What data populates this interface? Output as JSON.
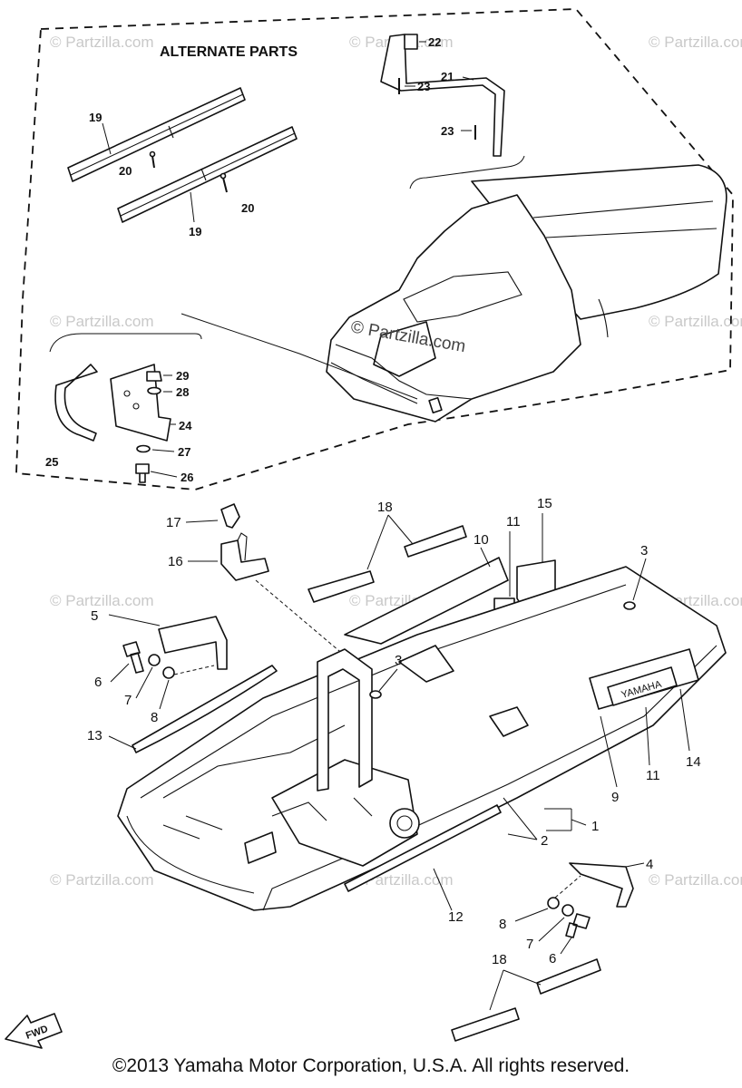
{
  "header": {
    "alternate_parts_title": "ALTERNATE PARTS"
  },
  "watermark": {
    "text": "© Partzilla.com",
    "center_text": "© Partzilla.com"
  },
  "callouts": {
    "c1": "1",
    "c2": "2",
    "c3a": "3",
    "c3b": "3",
    "c4": "4",
    "c5": "5",
    "c6a": "6",
    "c6b": "6",
    "c7a": "7",
    "c7b": "7",
    "c8a": "8",
    "c8b": "8",
    "c9": "9",
    "c10": "10",
    "c11a": "11",
    "c11b": "11",
    "c12": "12",
    "c13": "13",
    "c14": "14",
    "c15": "15",
    "c16": "16",
    "c17": "17",
    "c18a": "18",
    "c18b": "18",
    "c19a": "19",
    "c19b": "19",
    "c20a": "20",
    "c20b": "20",
    "c21": "21",
    "c22": "22",
    "c23a": "23",
    "c23b": "23",
    "c24": "24",
    "c25": "25",
    "c26": "26",
    "c27": "27",
    "c28": "28",
    "c29": "29"
  },
  "decal_text": "YAMAHA",
  "fwd_arrow_label": "FWD",
  "footer": {
    "copyright": "©2013 Yamaha Motor Corporation, U.S.A. All rights reserved."
  }
}
